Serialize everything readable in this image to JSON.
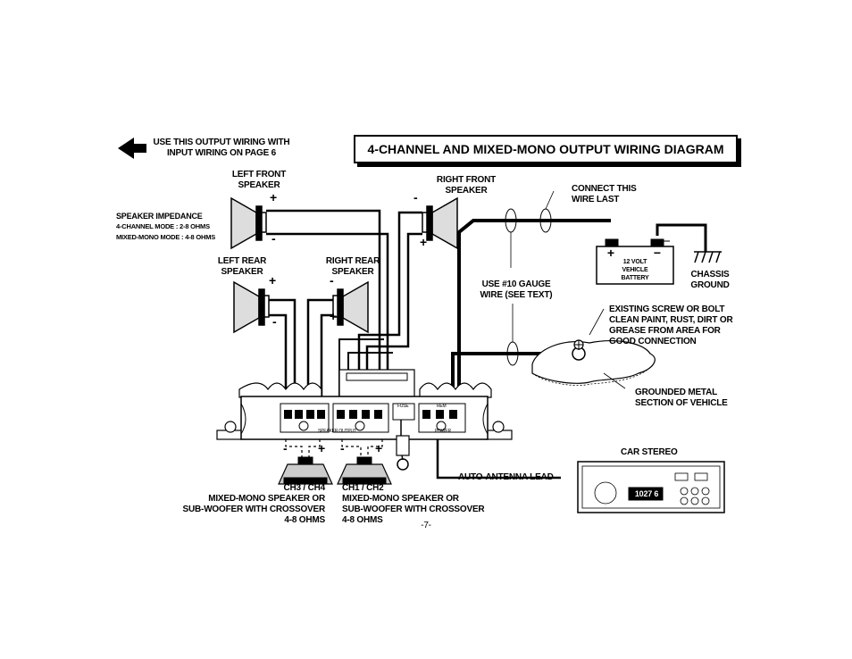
{
  "title": "4-CHANNEL AND MIXED-MONO OUTPUT WIRING DIAGRAM",
  "note_input": [
    "USE THIS OUTPUT WIRING WITH",
    "INPUT WIRING ON PAGE 6"
  ],
  "speakers": {
    "left_front": [
      "LEFT FRONT",
      "SPEAKER"
    ],
    "right_front": [
      "RIGHT FRONT",
      "SPEAKER"
    ],
    "left_rear": [
      "LEFT REAR",
      "SPEAKER"
    ],
    "right_rear": [
      "RIGHT REAR",
      "SPEAKER"
    ]
  },
  "impedance": [
    "SPEAKER IMPEDANCE",
    "4-CHANNEL  MODE : 2-8 OHMS",
    "MIXED-MONO MODE : 4-8 OHMS"
  ],
  "connect_last": [
    "CONNECT THIS",
    "WIRE LAST"
  ],
  "battery": [
    "12 VOLT",
    "VEHICLE",
    "BATTERY"
  ],
  "chassis": [
    "CHASSIS",
    "GROUND"
  ],
  "gauge": [
    "USE #10 GAUGE",
    "WIRE (SEE TEXT)"
  ],
  "screw_note": [
    "EXISTING SCREW OR BOLT",
    "CLEAN PAINT, RUST, DIRT OR",
    "GREASE FROM  AREA FOR",
    "GOOD CONNECTION"
  ],
  "grounded": [
    "GROUNDED METAL",
    "SECTION OF VEHICLE"
  ],
  "car_stereo": "CAR STEREO",
  "antenna": "AUTO-ANTENNA LEAD",
  "sub_left": [
    "CH3 / CH4",
    "MIXED-MONO SPEAKER OR",
    "SUB-WOOFER WITH CROSSOVER",
    "4-8 OHMS"
  ],
  "sub_right": [
    "CH1 / CH2",
    "MIXED-MONO SPEAKER OR",
    "SUB-WOOFER WITH CROSSOVER",
    "4-8 OHMS"
  ],
  "amp": {
    "speaker_output": "SPEAKER OUTPUT",
    "power": "POWER",
    "fuse": "FUSE",
    "rem": "REM"
  },
  "stereo_display": "1027 6",
  "page_number": "-7-",
  "colors": {
    "ink": "#000000",
    "paper": "#ffffff"
  }
}
